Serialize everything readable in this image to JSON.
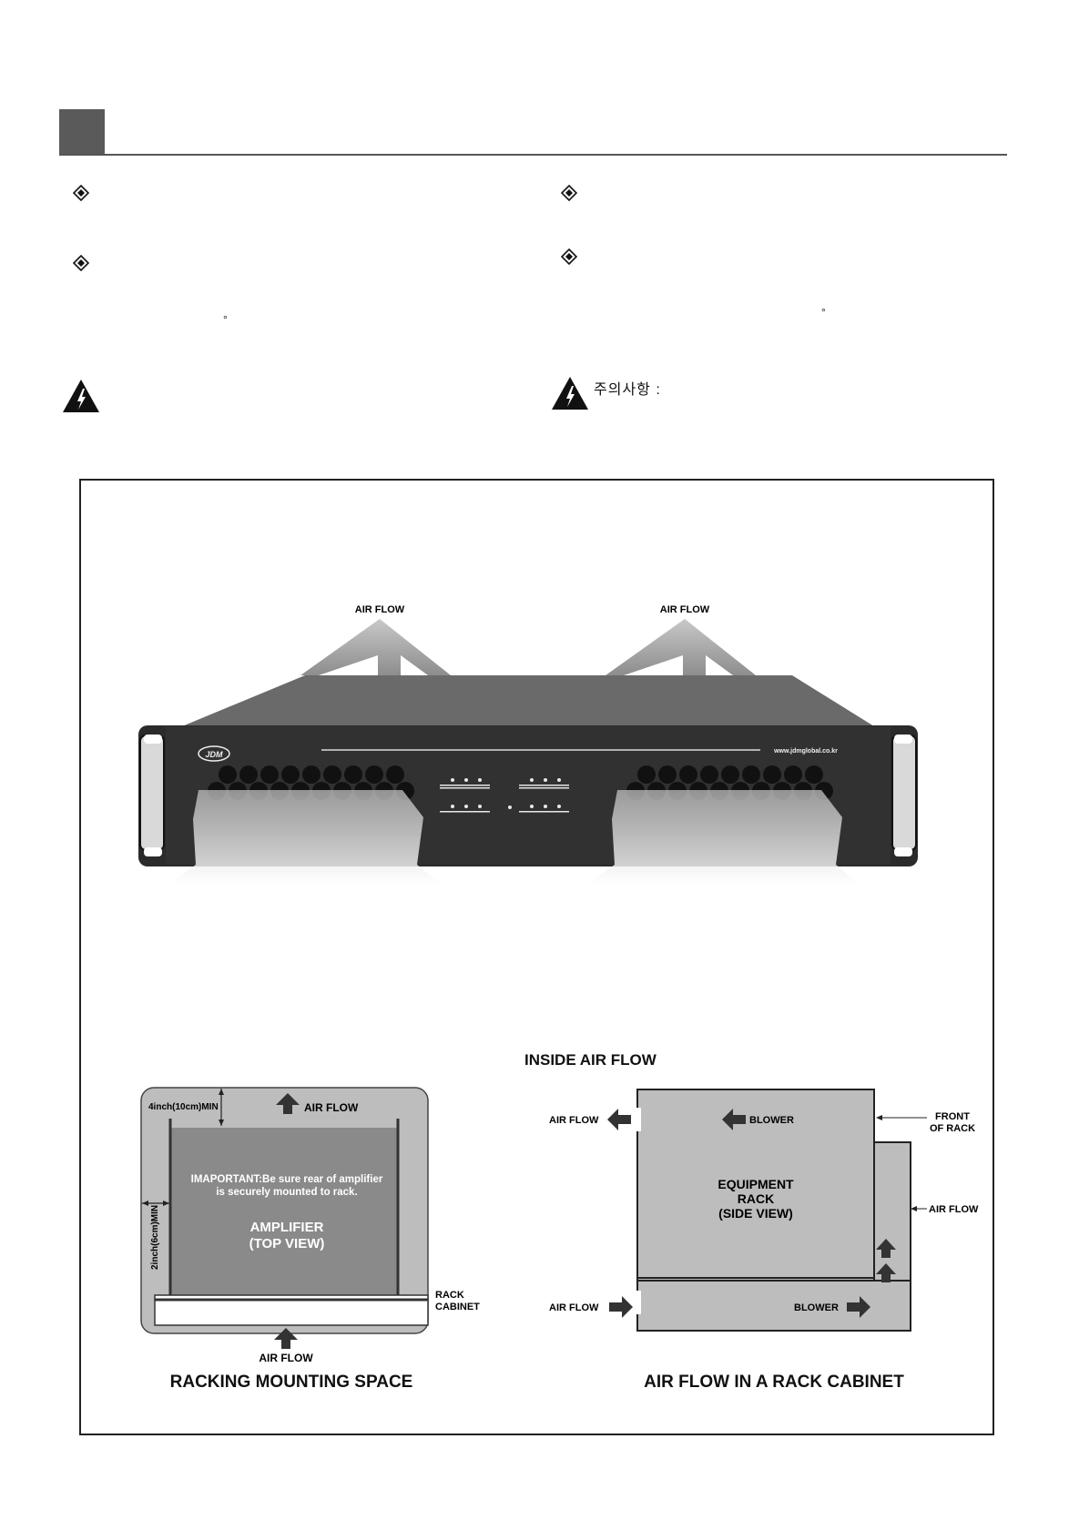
{
  "caution": {
    "label": "주의사항 :"
  },
  "top_diagram": {
    "airflow_labels": [
      "AIR FLOW",
      "AIR FLOW"
    ],
    "brand_logo": "JDM",
    "website": "www.jdmglobal.co.kr"
  },
  "mounting_space": {
    "top_clearance": "4inch(10cm)MIN",
    "side_clearance": "2inch(6cm)MIN",
    "airflow_top": "AIR FLOW",
    "airflow_bottom": "AIR FLOW",
    "important_line1": "IMAPORTANT:Be sure rear of amplifier",
    "important_line2": "is securely mounted to rack.",
    "amp_line1": "AMPLIFIER",
    "amp_line2": "(TOP VIEW)",
    "rack_line1": "RACK",
    "rack_line2": "CABINET",
    "caption": "RACKING MOUNTING SPACE"
  },
  "rack_airflow": {
    "heading": "INSIDE AIR FLOW",
    "airflow_left_top": "AIR FLOW",
    "airflow_left_bottom": "AIR FLOW",
    "airflow_right": "AIR FLOW",
    "blower_top": "BLOWER",
    "blower_bottom": "BLOWER",
    "front_line1": "FRONT",
    "front_line2": "OF RACK",
    "rack_line1": "EQUIPMENT",
    "rack_line2": "RACK",
    "rack_line3": "(SIDE VIEW)",
    "caption": "AIR FLOW IN A RACK CABINET"
  },
  "colors": {
    "panel_dark": "#2b2b2b",
    "panel_mid": "#5d5d5d",
    "light_gray": "#bdbdbd",
    "mid_gray": "#8a8a8a"
  }
}
